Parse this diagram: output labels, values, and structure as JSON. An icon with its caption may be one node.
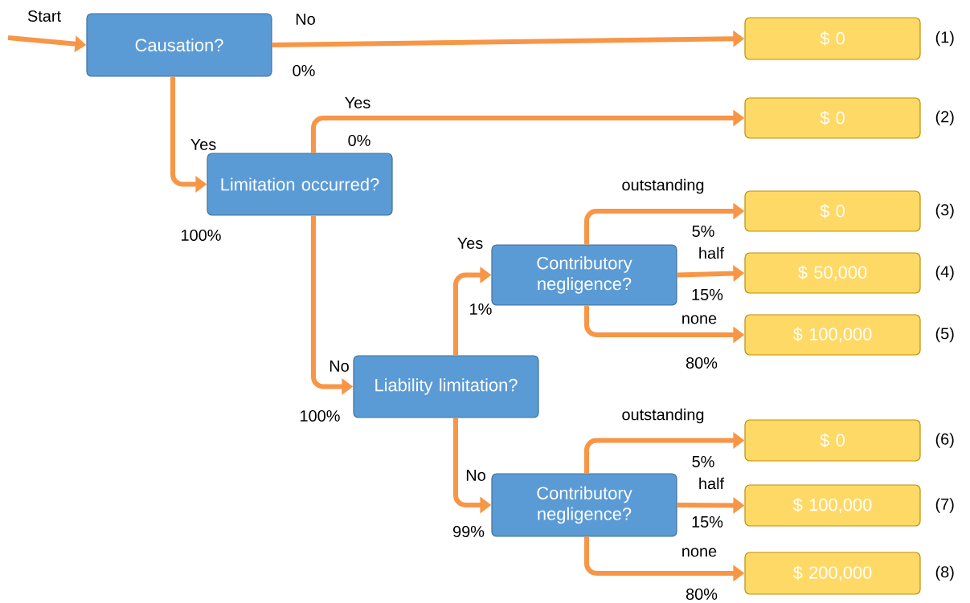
{
  "diagram": {
    "nodes": [
      {
        "text": [
          "Causation?"
        ]
      },
      {
        "text": [
          "Limitation occurred?"
        ]
      },
      {
        "text": [
          "Liability limitation?"
        ]
      },
      {
        "text": [
          "Contributory negligence?"
        ]
      },
      {
        "text": [
          "Contributory negligence?"
        ]
      },
      {
        "text": [
          "$ 0"
        ],
        "beside": [
          "(1)"
        ]
      },
      {
        "text": [
          "$ 0"
        ],
        "beside": [
          "(2)"
        ]
      },
      {
        "text": [
          "$ 0"
        ],
        "beside": [
          "(3)"
        ]
      },
      {
        "text": [
          "$ 50,000"
        ],
        "beside": [
          "(4)"
        ]
      },
      {
        "text": [
          "$ 100,000"
        ],
        "beside": [
          "(5)"
        ]
      },
      {
        "text": [
          "$ 0"
        ],
        "beside": [
          "(6)"
        ]
      },
      {
        "text": [
          "$ 100,000"
        ],
        "beside": [
          "(7)"
        ]
      },
      {
        "text": [
          "$ 200,000"
        ],
        "beside": [
          "(8)"
        ]
      }
    ],
    "edges": [
      {
        "from": null,
        "to": 0,
        "arrow": "to",
        "label": "Start"
      },
      {
        "from": 0,
        "to": 5,
        "arrow": "to",
        "label": "No"
      },
      {
        "from": 0,
        "to": 1,
        "arrow": "to",
        "label": "Yes"
      },
      {
        "from": 1,
        "to": 6,
        "arrow": "to",
        "label": "Yes"
      },
      {
        "from": 1,
        "to": 2,
        "arrow": "to",
        "label": "No"
      },
      {
        "from": 2,
        "to": 3,
        "arrow": "to",
        "label": "Yes"
      },
      {
        "from": 2,
        "to": 4,
        "arrow": "to",
        "label": "No"
      },
      {
        "from": 3,
        "to": 7,
        "arrow": "to",
        "label": "outstanding"
      },
      {
        "from": 3,
        "to": 8,
        "arrow": "to",
        "label": "half"
      },
      {
        "from": 3,
        "to": 9,
        "arrow": "to",
        "label": "none"
      },
      {
        "from": 4,
        "to": 10,
        "arrow": "to",
        "label": "outstanding"
      },
      {
        "from": 4,
        "to": 11,
        "arrow": "to",
        "label": "half"
      },
      {
        "from": 4,
        "to": 12,
        "arrow": "to",
        "label": "none"
      }
    ],
    "labels": [
      "0%",
      "0%",
      "5%",
      "100%",
      "15%",
      "1%",
      "80%",
      "100%",
      "5%",
      "15%",
      "99%",
      "80%"
    ]
  }
}
